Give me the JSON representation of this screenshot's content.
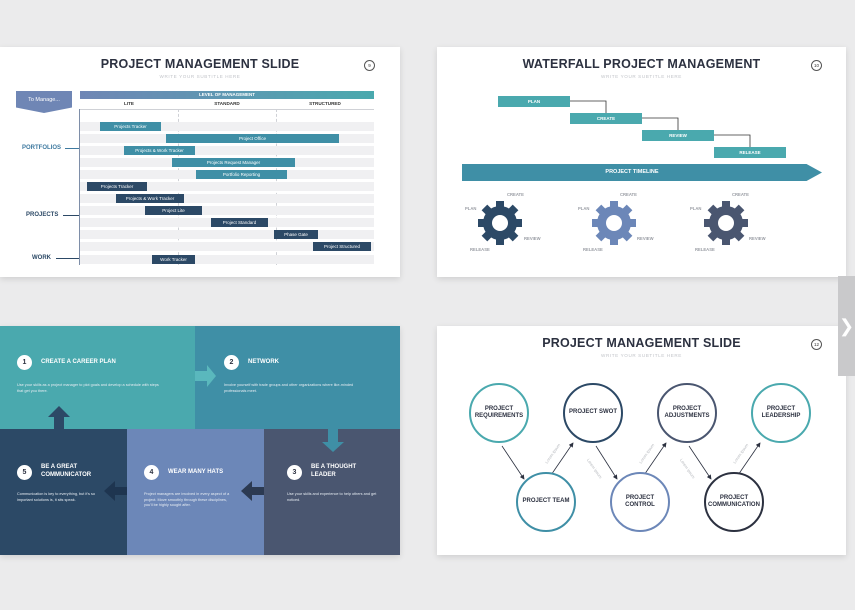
{
  "colors": {
    "teal": "#4aa9ae",
    "blue": "#3f8fa6",
    "navy": "#2c4966",
    "slate": "#4a5670",
    "periwinkle": "#6c87b8",
    "bg": "#ebebec"
  },
  "slide1": {
    "title": "PROJECT MANAGEMENT SLIDE",
    "subtitle": "WRITE YOUR SUBTITLE HERE",
    "page": "9",
    "to_manage": "To Manage...",
    "level_header": "LEVEL OF MANAGEMENT",
    "columns": [
      "LITE",
      "STANDARD",
      "STRUCTURED"
    ],
    "groups": [
      "PORTFOLIOS",
      "PROJECTS",
      "WORK"
    ],
    "bars": [
      "Projects Tracker",
      "Project Office",
      "Projects & Work Tracker",
      "Projects Request Manager",
      "Portfolio Reporting",
      "Projects Tracker",
      "Projects & Work Tracker",
      "Project Lite",
      "Project Standard",
      "Phase Gate",
      "Project Structured",
      "Work Tracker"
    ]
  },
  "slide2": {
    "title": "WATERFALL PROJECT MANAGEMENT",
    "subtitle": "WRITE YOUR SUBTITLE HERE",
    "page": "10",
    "steps": [
      "PLAN",
      "CREATE",
      "REVIEW",
      "RELEASE"
    ],
    "timeline": "PROJECT TIMELINE",
    "gear_labels": {
      "plan": "PLAN",
      "create": "CREATE",
      "review": "REVIEW",
      "release": "RELEASE"
    }
  },
  "slide3": {
    "items": [
      {
        "num": "1",
        "title": "CREATE A CAREER PLAN",
        "body": "Use your skills as a project manager to plot goals and develop a schedule with steps that get you there."
      },
      {
        "num": "2",
        "title": "NETWORK",
        "body": "Involve yourself with trade groups and other organizations where like-minded professionals meet."
      },
      {
        "num": "3",
        "title": "BE A THOUGHT LEADER",
        "body": "Use your skills and experience to help others and get noticed."
      },
      {
        "num": "4",
        "title": "WEAR MANY HATS",
        "body": "Project managers are involved in every aspect of a project. Move smoothly through these disciplines, you'll be highly sought after."
      },
      {
        "num": "5",
        "title": "BE A GREAT COMMUNICATOR",
        "body": "Communication is key to everything, but it's so important solutions is, it sits speak."
      }
    ]
  },
  "slide4": {
    "title": "PROJECT MANAGEMENT SLIDE",
    "subtitle": "WRITE YOUR SUBTITLE HERE",
    "page": "12",
    "top": [
      "PROJECT REQUIREMENTS",
      "PROJECT SWOT",
      "PROJECT ADJUSTMENTS",
      "PROJECT LEADERSHIP"
    ],
    "bottom": [
      "PROJECT TEAM",
      "PROJECT CONTROL",
      "PROJECT COMMUNICATION"
    ],
    "connector_labels": [
      "Lorem ipsum",
      "Lorem ipsum",
      "Lorem ipsum",
      "Lorem ipsum",
      "Lorem ipsum",
      "Lorem ipsum"
    ]
  },
  "nav": {
    "next_icon": "chevron-right-icon"
  }
}
